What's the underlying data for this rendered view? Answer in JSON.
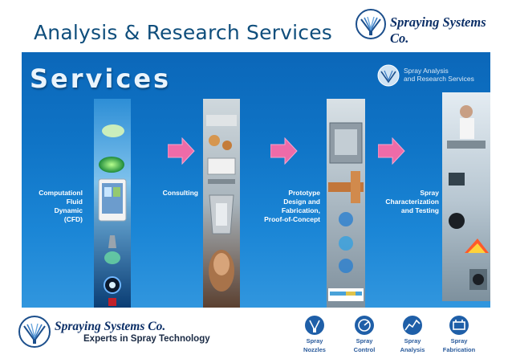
{
  "header": {
    "title": "Analysis & Research Services",
    "brand": "Spraying Systems Co."
  },
  "panel": {
    "title": "Services",
    "badge_line1": "Spray Analysis",
    "badge_line2": "and Research Services",
    "colors": {
      "panel_top": "#0b67b9",
      "panel_bottom": "#3196de",
      "arrow": "#ee6ba8"
    }
  },
  "services": [
    {
      "line1": "Computationl",
      "line2": "Fluid",
      "line3": "Dynamic",
      "line4": "(CFD)",
      "icon": "cfd-image"
    },
    {
      "line1": "Consulting",
      "icon": "consulting-image"
    },
    {
      "line1": "Prototype",
      "line2": "Design and",
      "line3": "Fabrication,",
      "line4": "Proof-of-Concept",
      "icon": "prototype-image"
    },
    {
      "line1": "Spray",
      "line2": "Characterization",
      "line3": "and Testing",
      "icon": "testing-image"
    }
  ],
  "footer": {
    "brand": "Spraying Systems Co.",
    "tagline": "Experts in Spray Technology",
    "products": [
      {
        "line1": "Spray",
        "line2": "Nozzles",
        "icon": "spray-nozzles-icon"
      },
      {
        "line1": "Spray",
        "line2": "Control",
        "icon": "spray-control-icon"
      },
      {
        "line1": "Spray",
        "line2": "Analysis",
        "icon": "spray-analysis-icon"
      },
      {
        "line1": "Spray",
        "line2": "Fabrication",
        "icon": "spray-fabrication-icon"
      }
    ]
  }
}
